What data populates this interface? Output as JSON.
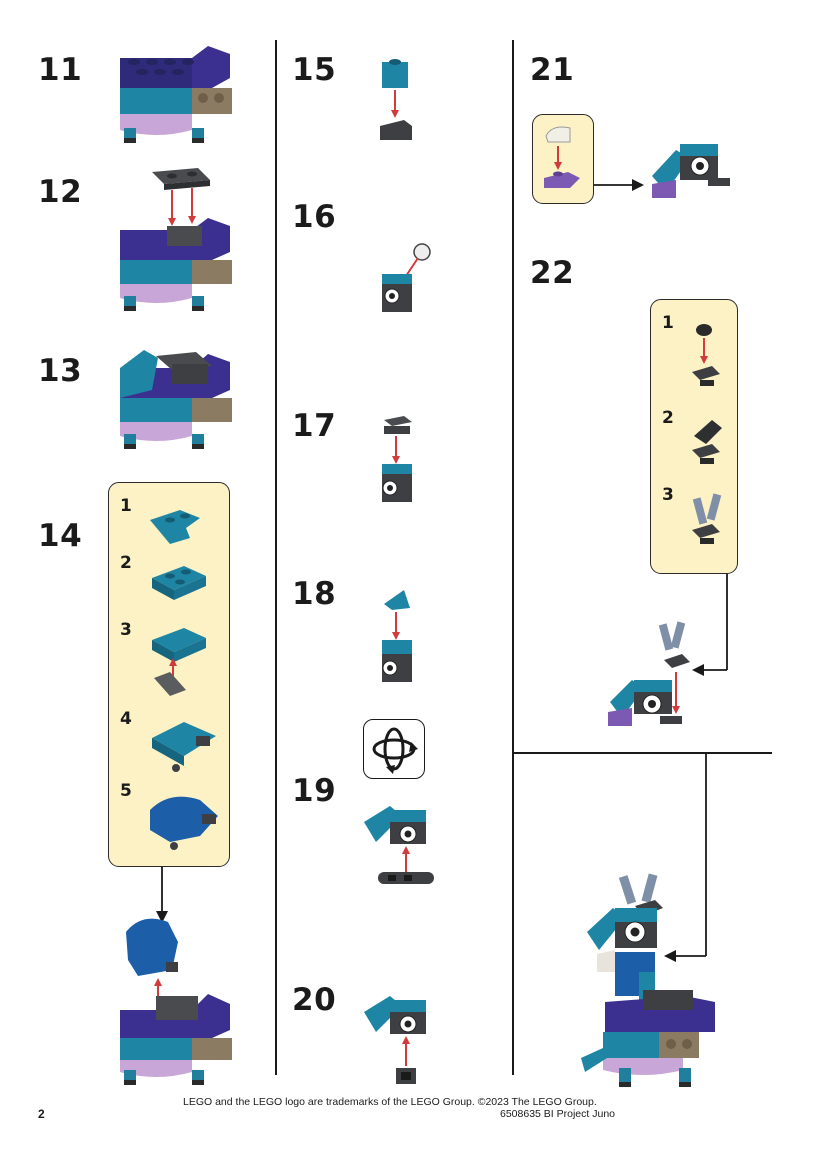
{
  "page_number": "2",
  "footer": {
    "trademark": "LEGO and the LEGO logo are trademarks of the LEGO Group. ©2023 The LEGO Group.",
    "code": "6508635 BI  Project Juno"
  },
  "steps": {
    "s11": "11",
    "s12": "12",
    "s13": "13",
    "s14": "14",
    "s15": "15",
    "s16": "16",
    "s17": "17",
    "s18": "18",
    "s19": "19",
    "s20": "20",
    "s21": "21",
    "s22": "22"
  },
  "substeps_14": [
    "1",
    "2",
    "3",
    "4",
    "5"
  ],
  "substeps_22": [
    "1",
    "2",
    "3"
  ],
  "colors": {
    "teal": "#1f7f9c",
    "purple": "#4b3a9c",
    "lavender": "#c7a8d6",
    "tan": "#8a7a60",
    "dark_gray": "#3d3f42",
    "callout_bg": "#fdf2c6",
    "arrow_red": "#d23b3b"
  },
  "icons": {
    "rotate": "rotate-model-icon"
  }
}
